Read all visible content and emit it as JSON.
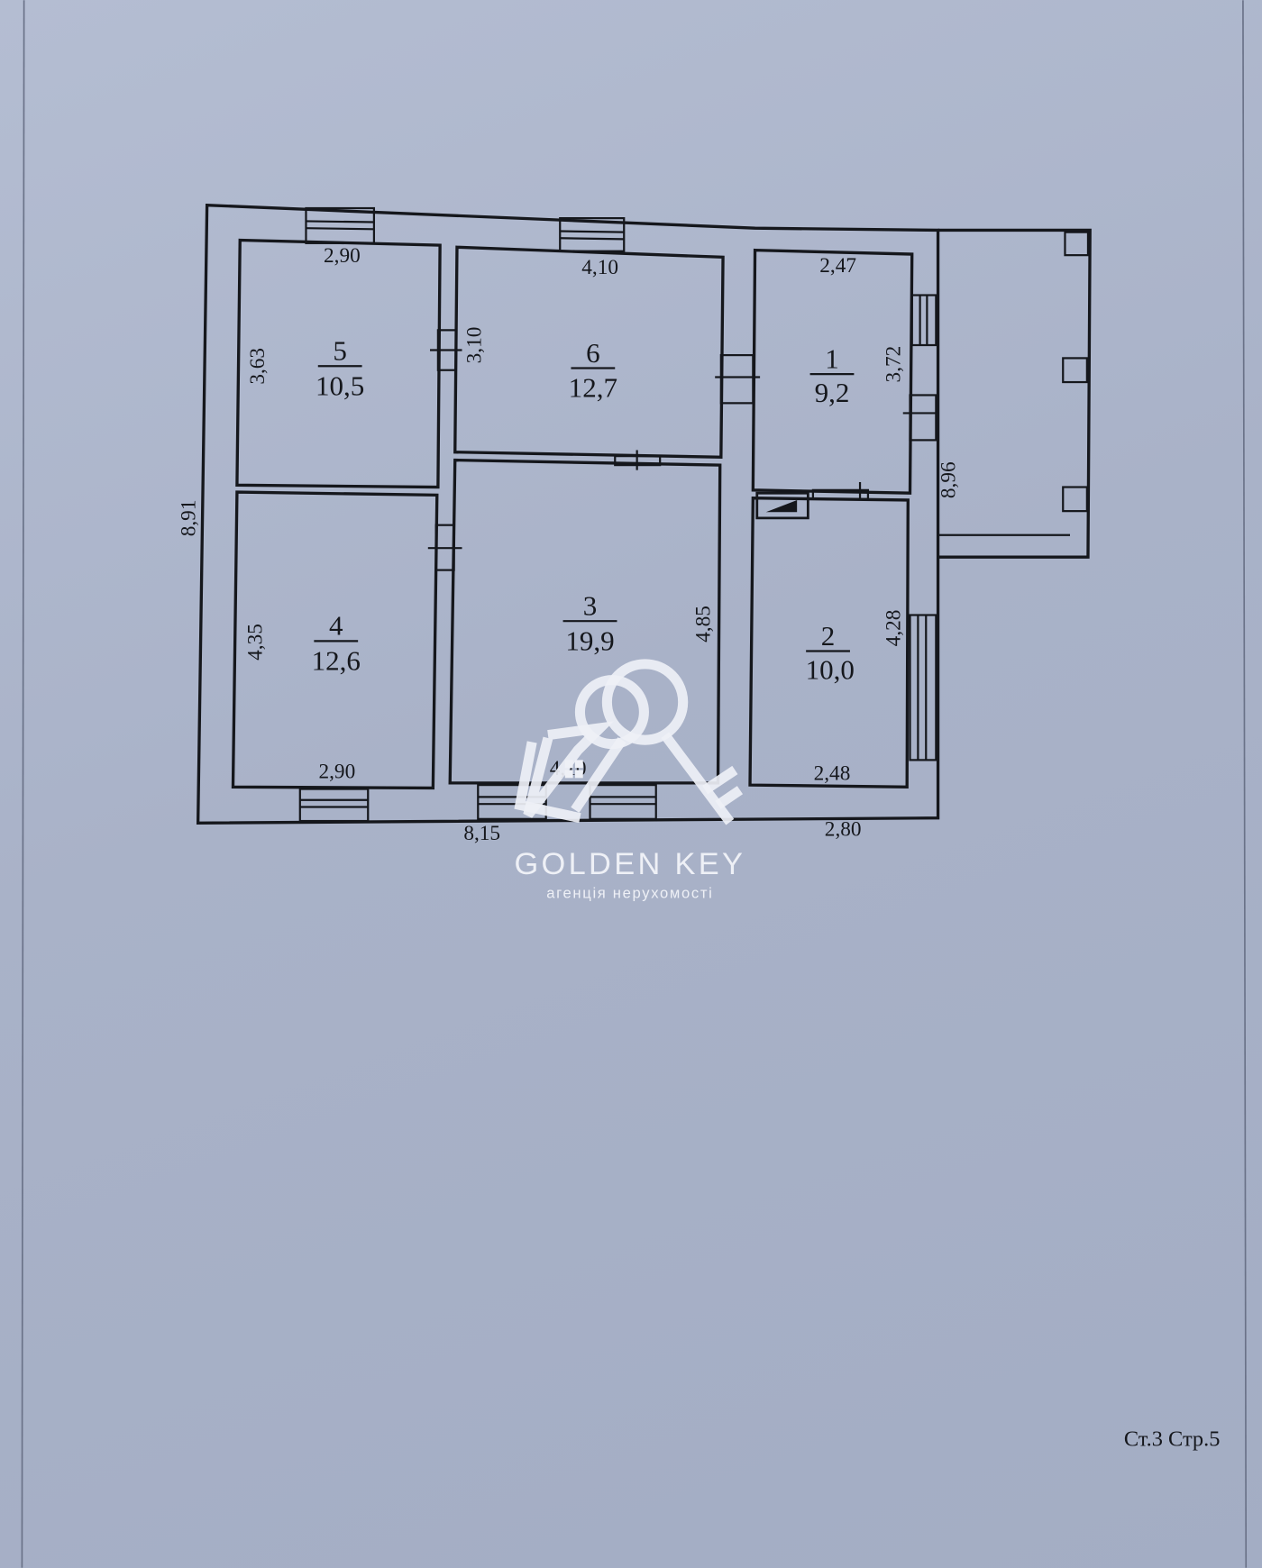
{
  "rooms": [
    {
      "number": "5",
      "area": "10,5",
      "width": "2,90",
      "height": "3,63"
    },
    {
      "number": "6",
      "area": "12,7",
      "width": "4,10",
      "height": "3,10"
    },
    {
      "number": "1",
      "area": "9,2",
      "width": "2,47",
      "height": "3,72"
    },
    {
      "number": "4",
      "area": "12,6",
      "width": "2,90",
      "height": "4,35"
    },
    {
      "number": "3",
      "area": "19,9",
      "width": "4,10",
      "height": "4,85"
    },
    {
      "number": "2",
      "area": "10,0",
      "width": "2,48",
      "height": "4,28"
    }
  ],
  "overall": {
    "left_height": "8,91",
    "bottom_width_main": "8,15",
    "bottom_width_right": "2,80",
    "right_height": "8,96"
  },
  "watermark": {
    "brand": "GOLDEN KEY",
    "tagline": "агенція нерухомості"
  },
  "page_footer": "Ст.3 Стр.5"
}
